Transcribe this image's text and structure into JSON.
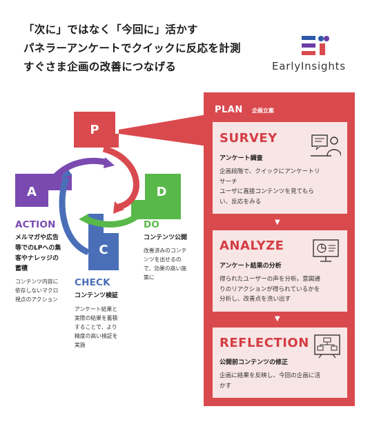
{
  "headline": {
    "line1": "「次に」ではなく「今回に」活かす",
    "line2": "パネラーアンケートでクイックに反応を計測",
    "line3": "すぐさま企画の改善につなげる"
  },
  "logo": {
    "text": "EarlyInsights",
    "colors": [
      "#d94a4e",
      "#2e5aa8",
      "#6a3da6"
    ]
  },
  "pdca": {
    "letters": {
      "p": "P",
      "d": "D",
      "c": "C",
      "a": "A"
    },
    "colors": {
      "p": "#d94a4e",
      "d": "#59b84a",
      "c": "#4a6fb8",
      "a": "#7a4ab0"
    },
    "do": {
      "title": "DO",
      "subtitle": "コンテンツ公開",
      "desc": [
        "改善済みのコンテ",
        "ンツを出せるの",
        "で、効果の高い施",
        "策に"
      ]
    },
    "check": {
      "title": "CHECK",
      "subtitle": "コンテンツ検証",
      "desc": [
        "アンケート結果と",
        "実際の結果を蓄積",
        "することで、より",
        "精度の高い検証を",
        "実施"
      ]
    },
    "action": {
      "title": "ACTION",
      "subtitle_lines": [
        "メルマガや広告",
        "等でのLPへの集",
        "客やナレッジの",
        "蓄積"
      ],
      "desc": [
        "コンテンツ内容に",
        "依存しないマクロ",
        "視点のアクション"
      ]
    }
  },
  "plan": {
    "title": "PLAN",
    "subtitle": "企画立案",
    "cards": [
      {
        "title": "SURVEY",
        "subtitle": "アンケート調査",
        "desc": [
          "企画段階で、クイックにアンケートリ",
          "サーチ",
          "ユーザに直接コンテンツを見てもら",
          "い、反応をみる"
        ],
        "icon": "survey-person-icon"
      },
      {
        "title": "ANALYZE",
        "subtitle": "アンケート結果の分析",
        "desc": [
          "得られたユーザーの声を分析。意図通",
          "りのリアクションが得られているかを",
          "分析し、改善点を洗い出す"
        ],
        "icon": "monitor-chart-icon"
      },
      {
        "title": "REFLECTION",
        "subtitle": "公開前コンテンツの修正",
        "desc": [
          "企画に結果を反映し、今回の企画に活",
          "かす"
        ],
        "icon": "flowchart-board-icon"
      }
    ]
  }
}
